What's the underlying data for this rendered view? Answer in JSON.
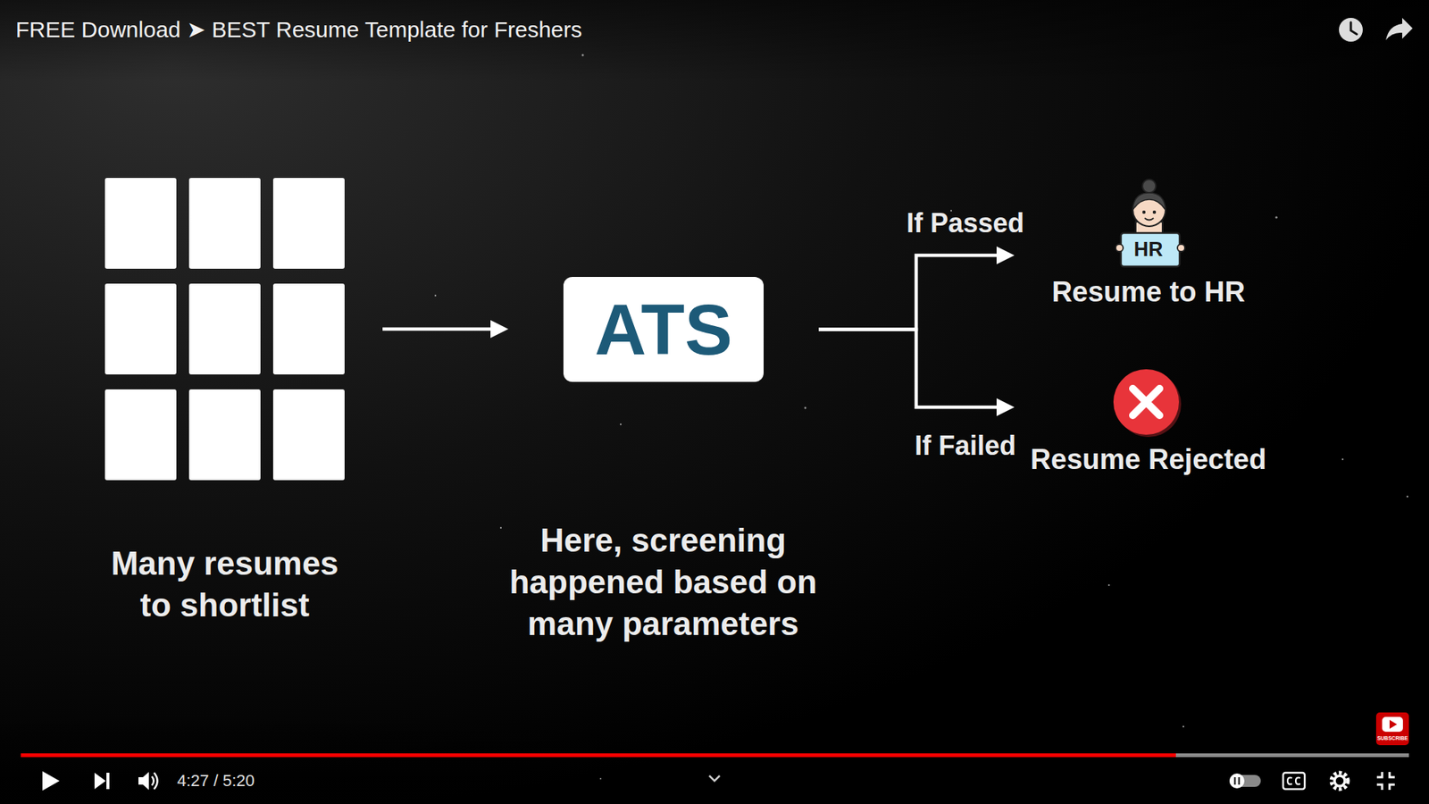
{
  "diagram": {
    "nodes": [
      {
        "text": [
          "Many resumes to shortlist"
        ]
      },
      {
        "text": [
          "ATS",
          "Here, screening happened based on many parameters"
        ]
      },
      {
        "text": [
          "HR",
          "Resume to HR"
        ]
      },
      {
        "text": [
          "Resume Rejected"
        ]
      }
    ],
    "edges": [
      {
        "from": 0,
        "to": 1,
        "arrow": "to"
      },
      {
        "from": 1,
        "to": 2,
        "arrow": "to",
        "label": "If Passed"
      },
      {
        "from": 1,
        "to": 3,
        "arrow": "to",
        "label": "If Failed"
      }
    ],
    "labels": [
      "FREE Download ➤ BEST Resume Template for Freshers",
      "4:27 / 5:20",
      "SUBSCRIBE"
    ]
  }
}
